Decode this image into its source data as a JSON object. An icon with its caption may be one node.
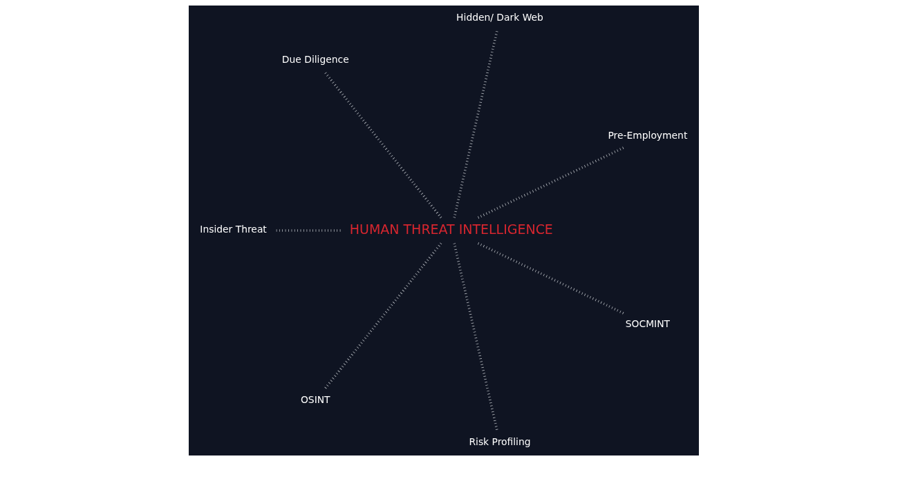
{
  "diagram": {
    "nodes": [
      {
        "text": [
          "Due Diligence"
        ]
      },
      {
        "text": [
          "Hidden/ Dark Web"
        ]
      },
      {
        "text": [
          "Pre-Employment"
        ]
      },
      {
        "text": [
          "Insider Threat"
        ]
      },
      {
        "text": [
          "HUMAN THREAT INTELLIGENCE"
        ]
      },
      {
        "text": [
          "SOCMINT"
        ]
      },
      {
        "text": [
          "OSINT"
        ]
      },
      {
        "text": [
          "Risk Profiling"
        ]
      }
    ],
    "edges": [
      {
        "from": 4,
        "to": 0,
        "arrow": "none",
        "style": "dashed"
      },
      {
        "from": 4,
        "to": 1,
        "arrow": "none",
        "style": "dashed"
      },
      {
        "from": 4,
        "to": 2,
        "arrow": "none",
        "style": "dashed"
      },
      {
        "from": 4,
        "to": 5,
        "arrow": "none",
        "style": "dashed"
      },
      {
        "from": 4,
        "to": 7,
        "arrow": "none",
        "style": "dashed"
      },
      {
        "from": 4,
        "to": 6,
        "arrow": "none",
        "style": "dashed"
      },
      {
        "from": 4,
        "to": 3,
        "arrow": "none",
        "style": "dashed"
      }
    ]
  }
}
